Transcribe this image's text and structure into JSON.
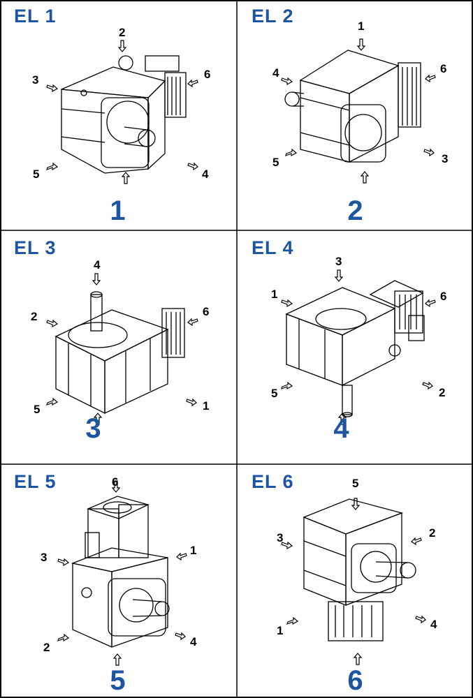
{
  "colors": {
    "title": "#1e55a0",
    "line": "#000000"
  },
  "panels": [
    {
      "title": "EL 1",
      "number": "1",
      "labels": [
        "1",
        "2",
        "3",
        "4",
        "5",
        "6"
      ]
    },
    {
      "title": "EL 2",
      "number": "2",
      "labels": [
        "1",
        "2",
        "3",
        "4",
        "5",
        "6"
      ]
    },
    {
      "title": "EL 3",
      "number": "3",
      "labels": [
        "1",
        "2",
        "3",
        "4",
        "5",
        "6"
      ]
    },
    {
      "title": "EL 4",
      "number": "4",
      "labels": [
        "1",
        "2",
        "3",
        "4",
        "5",
        "6"
      ]
    },
    {
      "title": "EL 5",
      "number": "5",
      "labels": [
        "1",
        "2",
        "3",
        "4",
        "5",
        "6"
      ]
    },
    {
      "title": "EL 6",
      "number": "6",
      "labels": [
        "1",
        "2",
        "3",
        "4",
        "5",
        "6"
      ]
    }
  ]
}
